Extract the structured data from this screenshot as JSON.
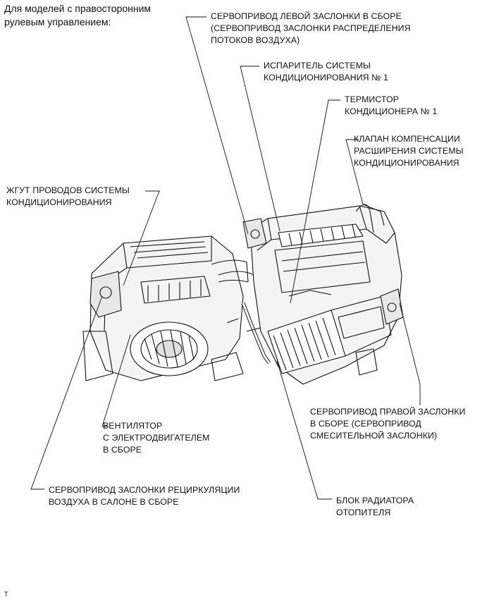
{
  "heading": "Для моделей с правосторонним\nрулевым управлением:",
  "labels": {
    "left_door_servo": "СЕРВОПРИВОД ЛЕВОЙ ЗАСЛОНКИ В СБОРЕ\n(СЕРВОПРИВОД ЗАСЛОНКИ РАСПРЕДЕЛЕНИЯ\nПОТОКОВ ВОЗДУХА)",
    "evaporator": "ИСПАРИТЕЛЬ СИСТЕМЫ\nКОНДИЦИОНИРОВАНИЯ № 1",
    "thermistor": "ТЕРМИСТОР\nКОНДИЦИОНЕРА № 1",
    "expansion_valve": "КЛАПАН КОМПЕНСАЦИИ\nРАСШИРЕНИЯ СИСТЕМЫ\nКОНДИЦИОНИРОВАНИЯ",
    "wire_harness": "ЖГУТ ПРОВОДОВ СИСТЕМЫ\nКОНДИЦИОНИРОВАНИЯ",
    "blower": "ВЕНТИЛЯТОР\nС ЭЛЕКТРОДВИГАТЕЛЕМ\nВ СБОРЕ",
    "right_door_servo": "СЕРВОПРИВОД ПРАВОЙ ЗАСЛОНКИ\nВ СБОРЕ (СЕРВОПРИВОД\nСМЕСИТЕЛЬНОЙ ЗАСЛОНКИ)",
    "recirc_servo": "СЕРВОПРИВОД ЗАСЛОНКИ РЕЦИРКУЛЯЦИИ\nВОЗДУХА В САЛОНЕ В СБОРЕ",
    "heater_core": "БЛОК РАДИАТОРА\nОТОПИТЕЛЯ"
  },
  "footer": "T",
  "colors": {
    "line": "#111111",
    "background": "#ffffff"
  }
}
